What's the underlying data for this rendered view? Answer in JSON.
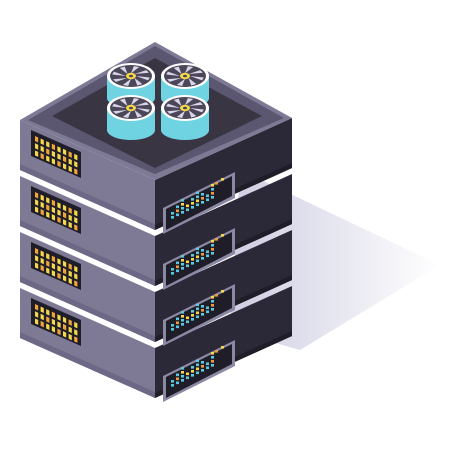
{
  "image": {
    "subject": "isometric-server-rack-illustration",
    "units": 4,
    "fans": 4
  },
  "palette": {
    "top": "#5c5770",
    "top_inner": "#3a3543",
    "left_face": "#7e7a96",
    "left_face_dark": "#6c6886",
    "right_face": "#2b2937",
    "right_face_mid": "#35323f",
    "right_face_edge": "#1f1d28",
    "slot_frame": "#8c88a4",
    "vent_dark": "#1f1d28",
    "vent_yellow": "#f5d84a",
    "vent_orange": "#f0a43b",
    "led_blue": "#59c9e0",
    "led_yellow": "#f5d84a",
    "led_orange": "#ef9a3b",
    "fan_base": "#6fd3e2",
    "fan_ring": "#ffffff",
    "fan_center": "#f5d84a",
    "fan_blade": "#4b4659",
    "shadow": "#c9c8df"
  },
  "icons": {
    "server": "server-stack-icon",
    "fan": "cooling-fan-icon"
  }
}
